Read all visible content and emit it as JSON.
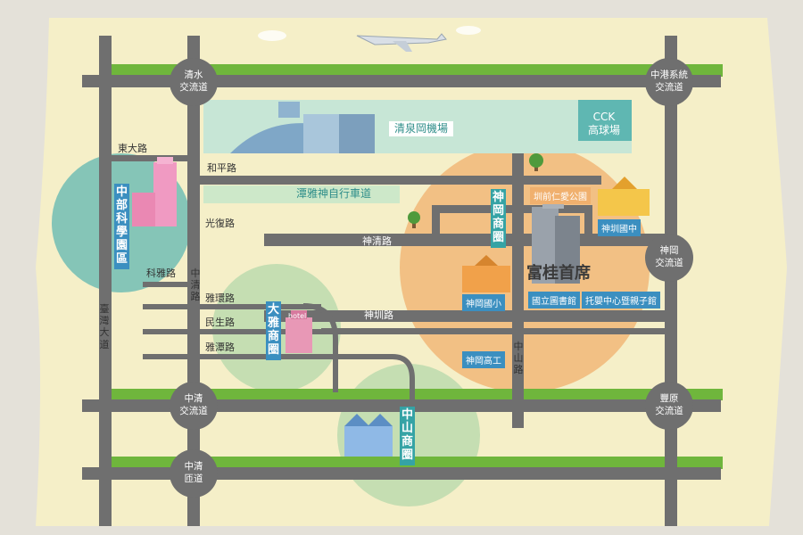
{
  "interchanges": {
    "qingshui": "清水\n交流道",
    "zhonggang": "中港系統\n交流道",
    "shengang": "神岡\n交流道",
    "zhongqing": "中清\n交流道",
    "fengyuan": "豐原\n交流道",
    "zhongqing_ramp": "中清\n匝道"
  },
  "roads": {
    "dongda": "東大路",
    "heping": "和平路",
    "guangfu": "光復路",
    "shenqing": "神清路",
    "keya": "科雅路",
    "yahuan": "雅環路",
    "minsheng": "民生路",
    "yatan": "雅潭路",
    "shenzhen": "神圳路",
    "zhongqing": "中清路",
    "taiwan_blvd": "臺灣大道",
    "zhongshan": "中山路"
  },
  "places": {
    "airport": "清泉岡機場",
    "cck": "CCK\n高球場",
    "bikeway": "潭雅神自行車道",
    "park": "圳前仁愛公園",
    "shengang_jhs": "神圳國中",
    "shengang_es": "神岡國小",
    "library": "國立圖書館",
    "daycare": "托嬰中心暨親子館",
    "vocational": "神岡高工",
    "hotel": "hotel"
  },
  "districts": {
    "science_park": "中部科學園區",
    "shengang": "神岡商圈",
    "daya": "大雅商圈",
    "zhongshan": "中山商圈"
  },
  "project": {
    "name": "富桂首席"
  },
  "colors": {
    "road": "#6f6f6f",
    "paper": "#f5efc8",
    "grass": "#6fb63c",
    "teal": "#5fb7b2",
    "orange": "#f0b06e",
    "green_zone": "#9ccfa0",
    "plate_blue": "#3b8fc0",
    "plate_teal": "#35a3a5"
  }
}
